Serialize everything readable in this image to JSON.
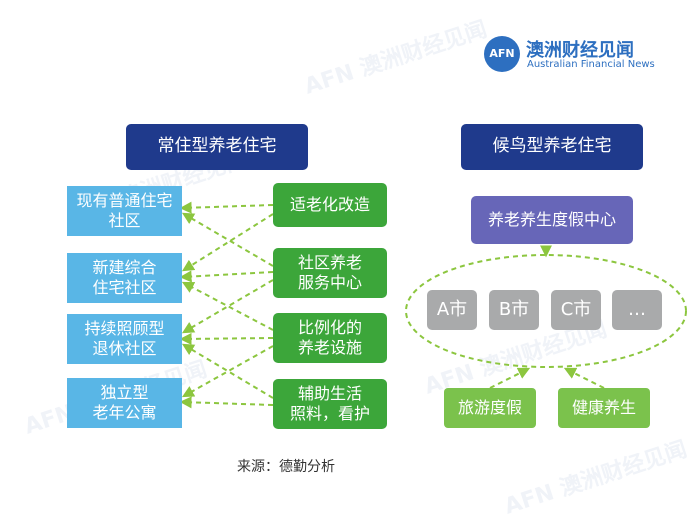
{
  "brand": {
    "logo_text": "AFN",
    "name": "澳洲财经见闻",
    "subname": "Australian Financial News"
  },
  "left": {
    "title": "常住型养老住宅",
    "communities": [
      [
        "现有普通住宅",
        "社区"
      ],
      [
        "新建综合",
        "住宅社区"
      ],
      [
        "持续照顾型",
        "退休社区"
      ],
      [
        "独立型",
        "老年公寓"
      ]
    ],
    "services": [
      [
        "适老化改造"
      ],
      [
        "社区养老",
        "服务中心"
      ],
      [
        "比例化的",
        "养老设施"
      ],
      [
        "辅助生活",
        "照料，看护"
      ]
    ]
  },
  "right": {
    "title": "候鸟型养老住宅",
    "center": "养老养生度假中心",
    "cities": [
      "A市",
      "B市",
      "C市",
      "…"
    ],
    "activities": [
      "旅游度假",
      "健康养生"
    ]
  },
  "source": "来源：德勤分析",
  "colors": {
    "navy": "#1f3a8c",
    "purple": "#6766b8",
    "light_blue": "#59b6e6",
    "green": "#3ca63a",
    "light_green": "#7bc24c",
    "gray": "#a9aaab",
    "arrow_green": "#8cc63f"
  }
}
